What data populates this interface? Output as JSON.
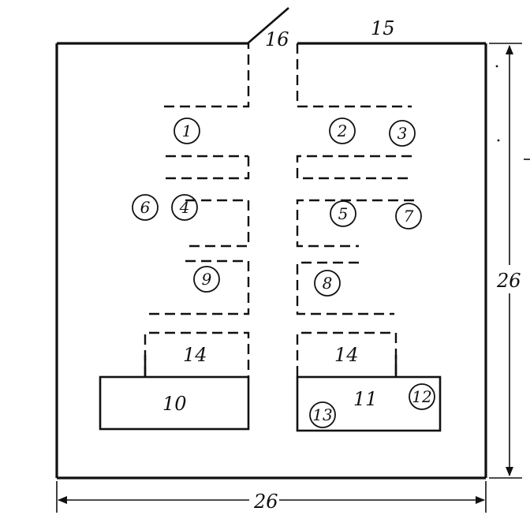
{
  "labels": {
    "door": "16",
    "top_right": "15",
    "dim_width": "26",
    "dim_height": "26"
  },
  "circled": [
    "1",
    "2",
    "3",
    "6",
    "4",
    "5",
    "7",
    "9",
    "8",
    "12",
    "13"
  ],
  "blocks": {
    "left_small": "14",
    "right_small": "14",
    "left_large": "10",
    "right_large": "11"
  }
}
